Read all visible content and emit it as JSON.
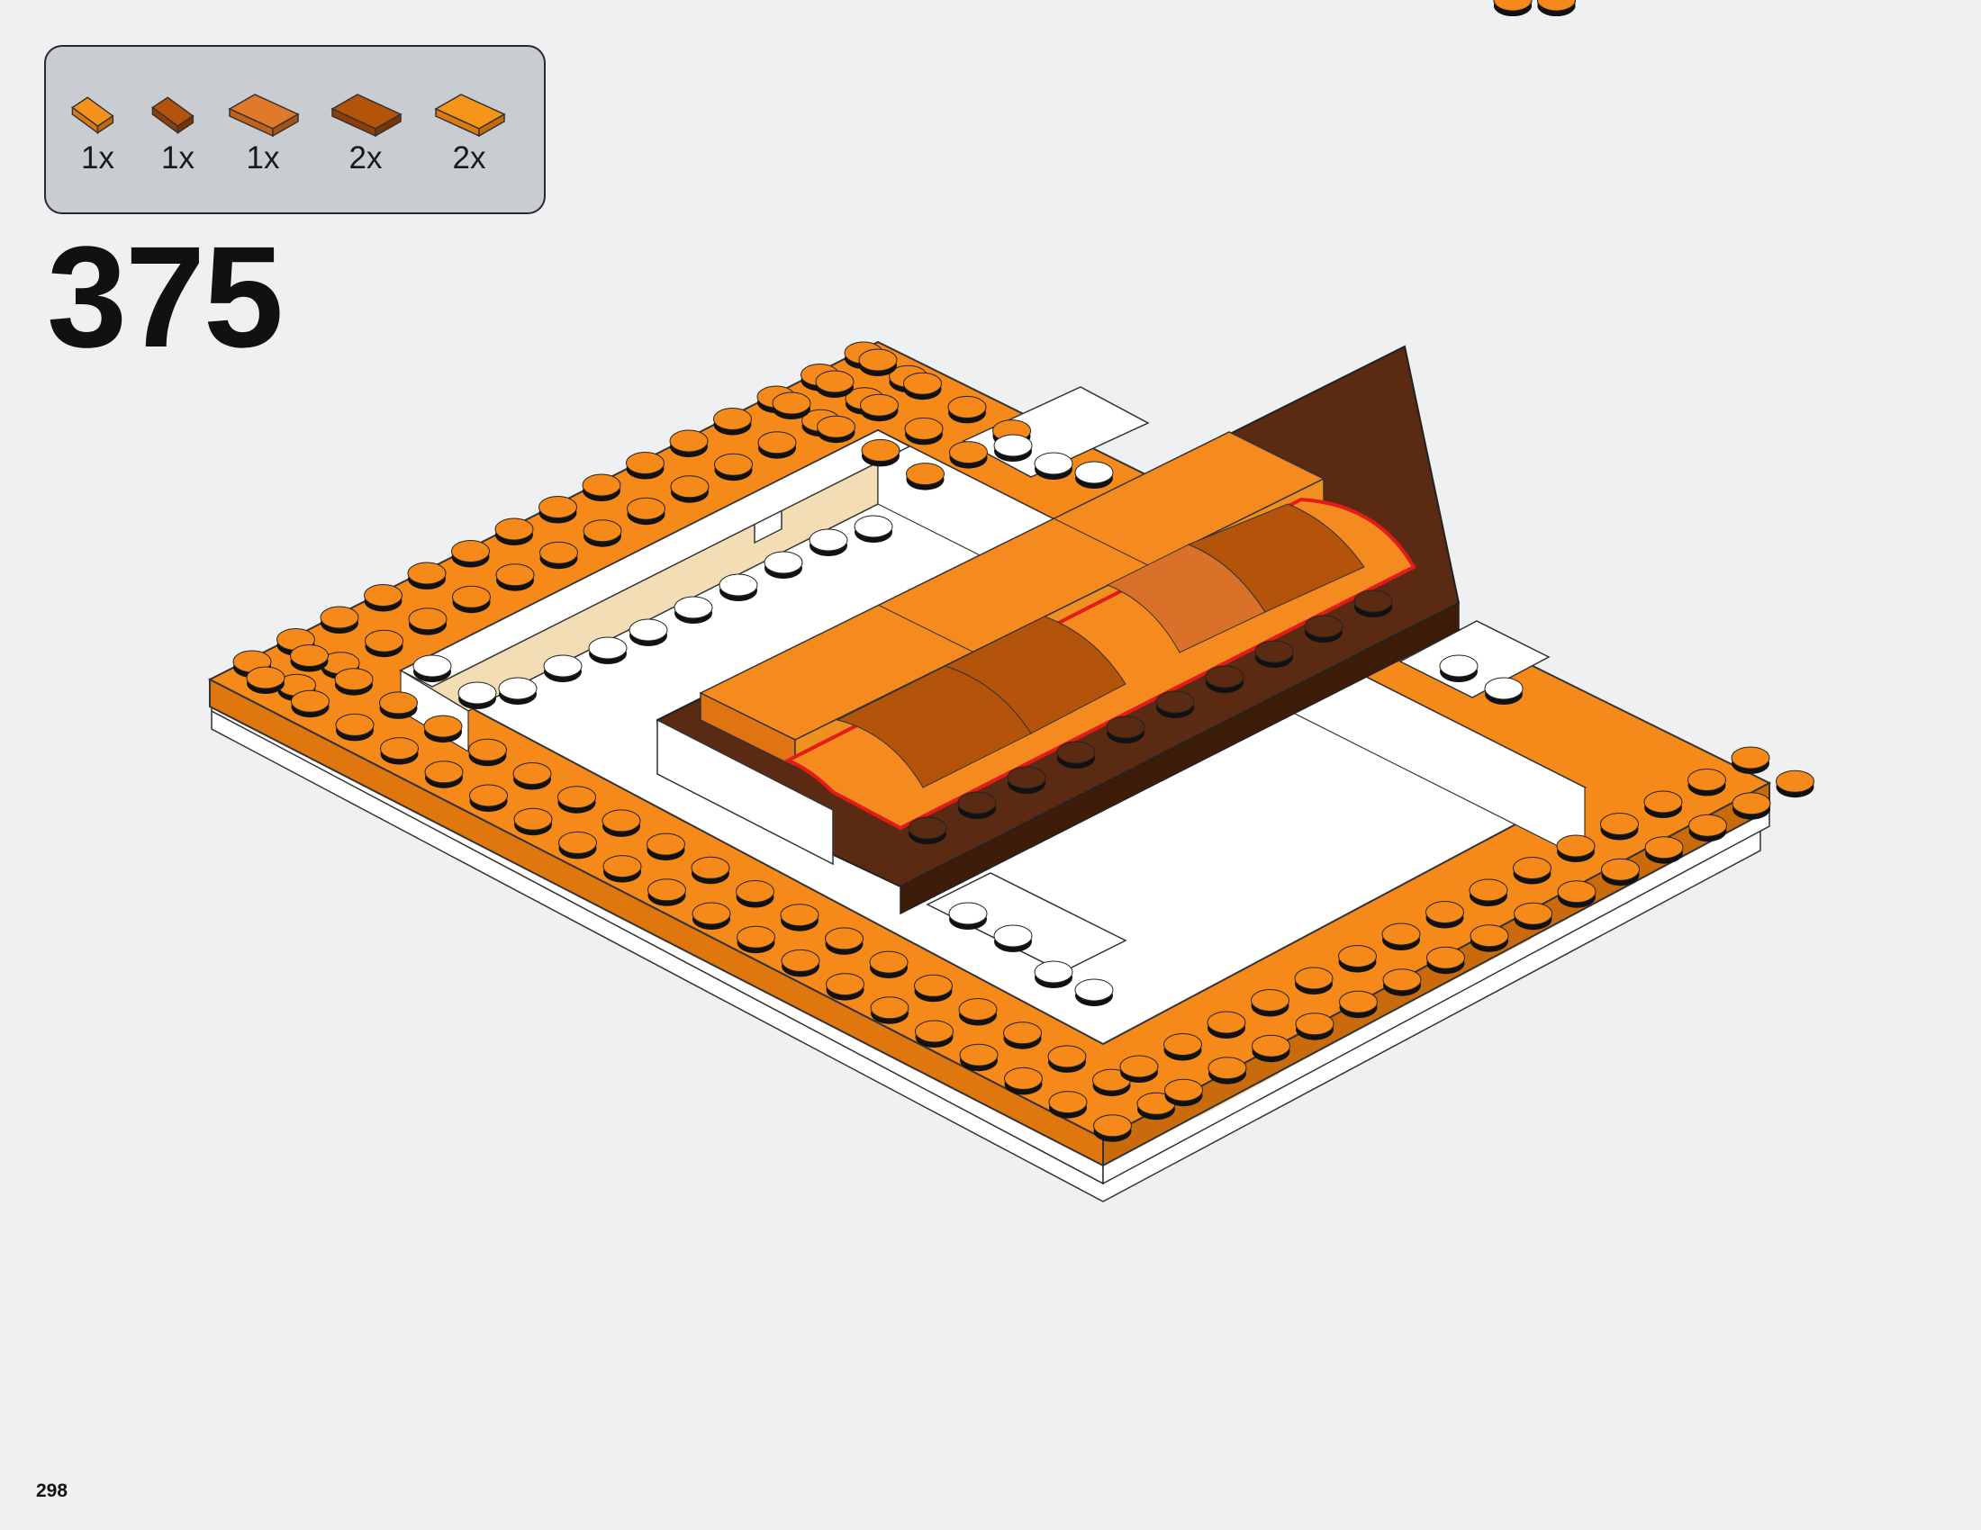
{
  "parts_list": {
    "items": [
      {
        "icon": "curved-slope-bright-orange-icon",
        "color": "#f5921e",
        "quantity": "1x"
      },
      {
        "icon": "curved-slope-dark-orange-icon",
        "color": "#b4530a",
        "quantity": "1x"
      },
      {
        "icon": "curved-slope-medium-orange-icon",
        "color": "#e07a2a",
        "quantity": "1x"
      },
      {
        "icon": "curved-slope-dark-orange-icon",
        "color": "#b4530a",
        "quantity": "2x"
      },
      {
        "icon": "curved-slope-bright-orange-icon",
        "color": "#f7951a",
        "quantity": "2x"
      }
    ]
  },
  "step": {
    "number": "375"
  },
  "page": {
    "number": "298"
  },
  "colors": {
    "orange": "#f5891a",
    "orange_dark_edge": "#c96a0c",
    "dark_orange": "#b4530a",
    "reddish_brown": "#5a2a12",
    "tan": "#f3ddb4",
    "white": "#ffffff",
    "highlight_outline": "#e51a1a"
  }
}
